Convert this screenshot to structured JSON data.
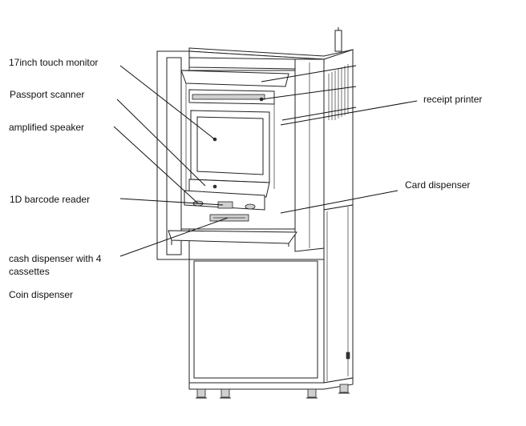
{
  "labels": {
    "monitor": "17inch touch monitor",
    "passport": "Passport scanner",
    "speaker": "amplified speaker",
    "barcode": "1D barcode reader",
    "cash": "cash dispenser with 4 cassettes",
    "coin": "Coin dispenser",
    "receipt": "receipt printer",
    "card": "Card dispenser"
  }
}
